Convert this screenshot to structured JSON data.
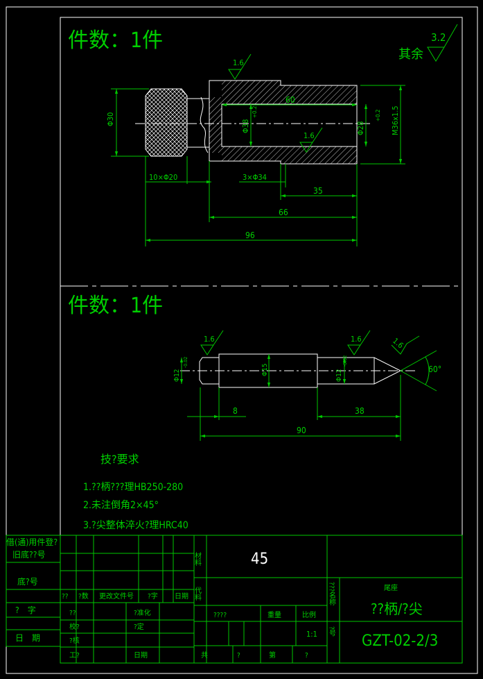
{
  "quantity_label_top": "件数：1件",
  "quantity_label_bottom": "件数：1件",
  "surface_rest": {
    "value": "3.2",
    "label": "其余"
  },
  "part1": {
    "dims": {
      "dia30": "Φ30",
      "dia38": "Φ38",
      "dia38_tol": "+0.2",
      "len60": "60",
      "dia28": "Φ28",
      "dia28_tol": "+0.2",
      "thread": "M36x1.5",
      "knurl": "10×Φ20",
      "groove": "3×Φ34",
      "len35": "35",
      "len66": "66",
      "len96": "96"
    },
    "roughness": [
      "1.6",
      "1.6"
    ]
  },
  "part2": {
    "dims": {
      "dia12_left": "Φ12",
      "dia12_left_tol": "-0.02",
      "dia15": "Φ15",
      "dia12_right": "Φ12",
      "dia12_right_tol": "-0.02",
      "angle": "60°",
      "len8": "8",
      "len38": "38",
      "len90": "90"
    },
    "roughness": [
      "1.6",
      "1.6",
      "1.6"
    ]
  },
  "tech_req": {
    "title": "技?要求",
    "items": [
      "1.??柄???理HB250-280",
      "2.未注倒角2×45°",
      "3.?尖整体淬火?理HRC40"
    ]
  },
  "side_block": {
    "borrow_label": "借(通)用件登?",
    "old_base": "旧底??号",
    "base_no": "底?号",
    "signature": "?　字",
    "date": "日　期"
  },
  "title_block": {
    "rev_headers": [
      "??",
      "?数",
      "更改文件号",
      "?字",
      "日期"
    ],
    "sign_rows": [
      "??",
      "校?",
      "?核",
      "工?"
    ],
    "sign_cols": [
      "?准化",
      "?定",
      "日期"
    ],
    "material_label": "材料",
    "material_value": "45",
    "code_label": "代料",
    "stage_label": "????",
    "weight_label": "重量",
    "scale_label": "比例",
    "scale_value": "1:1",
    "total_label": "共",
    "total_unit": "?",
    "page_label": "第",
    "page_unit": "?",
    "name_label": "???名称",
    "name_sub": "尾座",
    "part_name": "??柄/?尖",
    "drawing_no_label": "?号",
    "drawing_no": "GZT-02-2/3"
  }
}
